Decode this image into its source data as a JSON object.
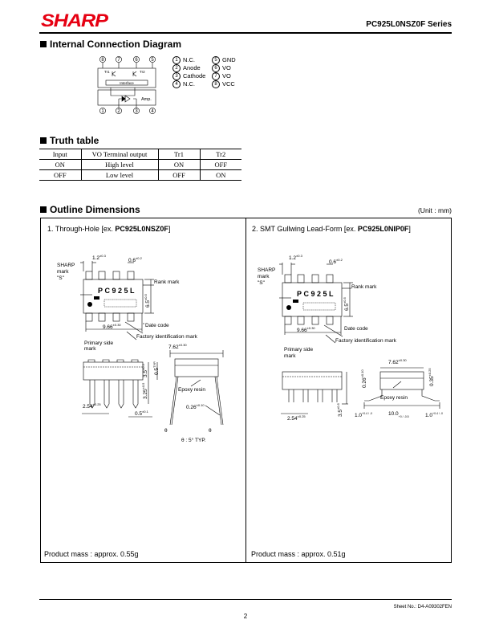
{
  "header": {
    "logo": "SHARP",
    "series": "PC925L0NSZ0F Series"
  },
  "sections": {
    "icd_title": "Internal Connection Diagram",
    "truth_title": "Truth table",
    "outline_title": "Outline Dimensions",
    "unit": "(Unit : mm)"
  },
  "icd": {
    "top_pins": [
      "8",
      "7",
      "6",
      "5"
    ],
    "bottom_pins": [
      "1",
      "2",
      "3",
      "4"
    ],
    "tr1": "Tr1",
    "tr2": "Tr2",
    "interface": "Interface",
    "amp": "Amp.",
    "pin_list": [
      {
        "num": "1",
        "name": "N.C."
      },
      {
        "num": "2",
        "name": "Anode"
      },
      {
        "num": "3",
        "name": "Cathode"
      },
      {
        "num": "4",
        "name": "N.C."
      },
      {
        "num": "5",
        "name": "GND"
      },
      {
        "num": "6",
        "name": "VO"
      },
      {
        "num": "7",
        "name": "VO"
      },
      {
        "num": "8",
        "name": "VCC"
      }
    ]
  },
  "truth_table": {
    "headers": [
      "Input",
      "VO Terminal output",
      "Tr1",
      "Tr2"
    ],
    "rows": [
      [
        "ON",
        "High level",
        "ON",
        "OFF"
      ],
      [
        "OFF",
        "Low level",
        "OFF",
        "ON"
      ]
    ]
  },
  "outline": {
    "left": {
      "title_prefix": "1. Through-Hole [ex. ",
      "title_part": "PC925L0NSZ0F",
      "title_suffix": "]",
      "sharp_mark": "SHARP",
      "mark_word": "mark",
      "s_label": "\"S\"",
      "marking": "PC925L",
      "rank_mark": "Rank mark",
      "date_code": "Date code",
      "factory_mark": "Factory identification mark",
      "primary_side": "Primary side",
      "primary_mark": "mark",
      "epoxy": "Epoxy resin",
      "theta_note": "θ : 5° TYP.",
      "theta": "θ",
      "dims": {
        "d1": "1.2",
        "d1t": "±0.3",
        "d2": "0.6",
        "d2t": "±0.2",
        "d3": "6.5",
        "d3t": "±0.5",
        "d4": "9.66",
        "d4t": "±0.30",
        "d5": "7.62",
        "d5t": "±0.30",
        "d6": "3.5",
        "d6t": "±0.5",
        "d7": "0.5",
        "d7t": "TYP.",
        "d8": "3.25",
        "d8t": "±0.5",
        "d9": "2.54",
        "d9t": "±0.25",
        "d10": "0.5",
        "d10t": "±0.1",
        "d11": "0.26",
        "d11t": "±0.10"
      },
      "mass": "Product mass : approx. 0.55g"
    },
    "right": {
      "title_prefix": "2. SMT Gullwing Lead-Form [ex. ",
      "title_part": "PC925L0NIP0F",
      "title_suffix": "]",
      "sharp_mark": "SHARP",
      "mark_word": "mark",
      "s_label": "\"S\"",
      "marking": "PC925L",
      "rank_mark": "Rank mark",
      "date_code": "Date code",
      "factory_mark": "Factory identification mark",
      "primary_side": "Primary side",
      "primary_mark": "mark",
      "epoxy": "Epoxy resin",
      "dims": {
        "d1": "1.2",
        "d1t": "±0.3",
        "d2": "0.6",
        "d2t": "±0.2",
        "d3": "6.5",
        "d3t": "±0.5",
        "d4": "9.66",
        "d4t": "±0.30",
        "d5": "7.62",
        "d5t": "±0.30",
        "d6": "0.35",
        "d6t": "±0.25",
        "d7": "0.26",
        "d7t": "±0.10",
        "d8": "3.5",
        "d8t": "±0.5",
        "d9": "2.54",
        "d9t": "±0.25",
        "d10": "1.0",
        "d10t": "+0.4 / -0",
        "d11": "1.0",
        "d11t": "+0.4 / -0",
        "d12": "10.0",
        "d12t": "+0 / -0.5"
      },
      "mass": "Product mass : approx. 0.51g"
    }
  },
  "footer": {
    "sheet": "Sheet No.: D4-A09302FEN",
    "page": "2"
  }
}
